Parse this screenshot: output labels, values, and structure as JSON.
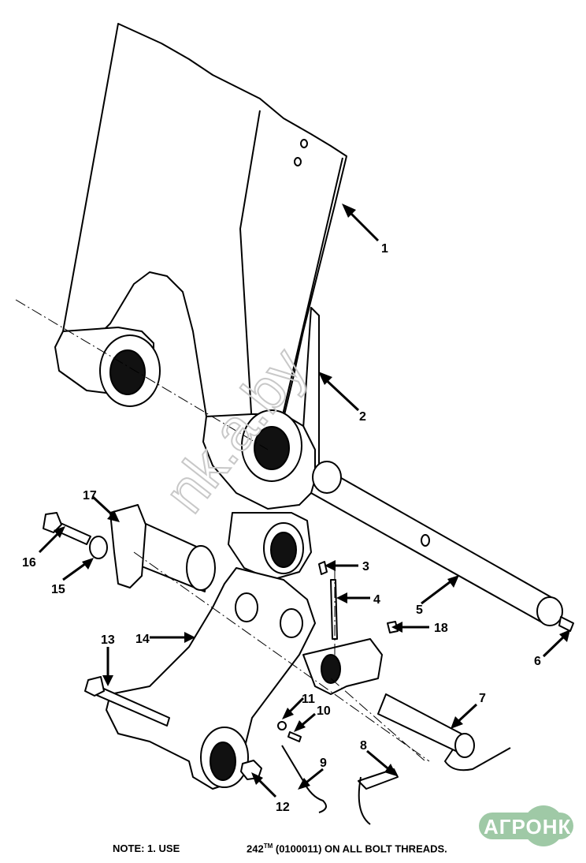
{
  "callouts": [
    {
      "n": "1"
    },
    {
      "n": "2"
    },
    {
      "n": "3"
    },
    {
      "n": "4"
    },
    {
      "n": "5"
    },
    {
      "n": "6"
    },
    {
      "n": "7"
    },
    {
      "n": "8"
    },
    {
      "n": "9"
    },
    {
      "n": "10"
    },
    {
      "n": "11"
    },
    {
      "n": "12"
    },
    {
      "n": "13"
    },
    {
      "n": "14"
    },
    {
      "n": "15"
    },
    {
      "n": "16"
    },
    {
      "n": "17"
    },
    {
      "n": "18"
    }
  ],
  "note": {
    "prefix": "NOTE:  1. USE",
    "part": "242",
    "tm": "TM",
    "suffix": " (0100011) ON ALL BOLT THREADS."
  },
  "watermark": {
    "text": "nk.a.by"
  },
  "logo": {
    "left": "АГРО",
    "right": "НКА",
    "color": "#9fc9a6"
  }
}
